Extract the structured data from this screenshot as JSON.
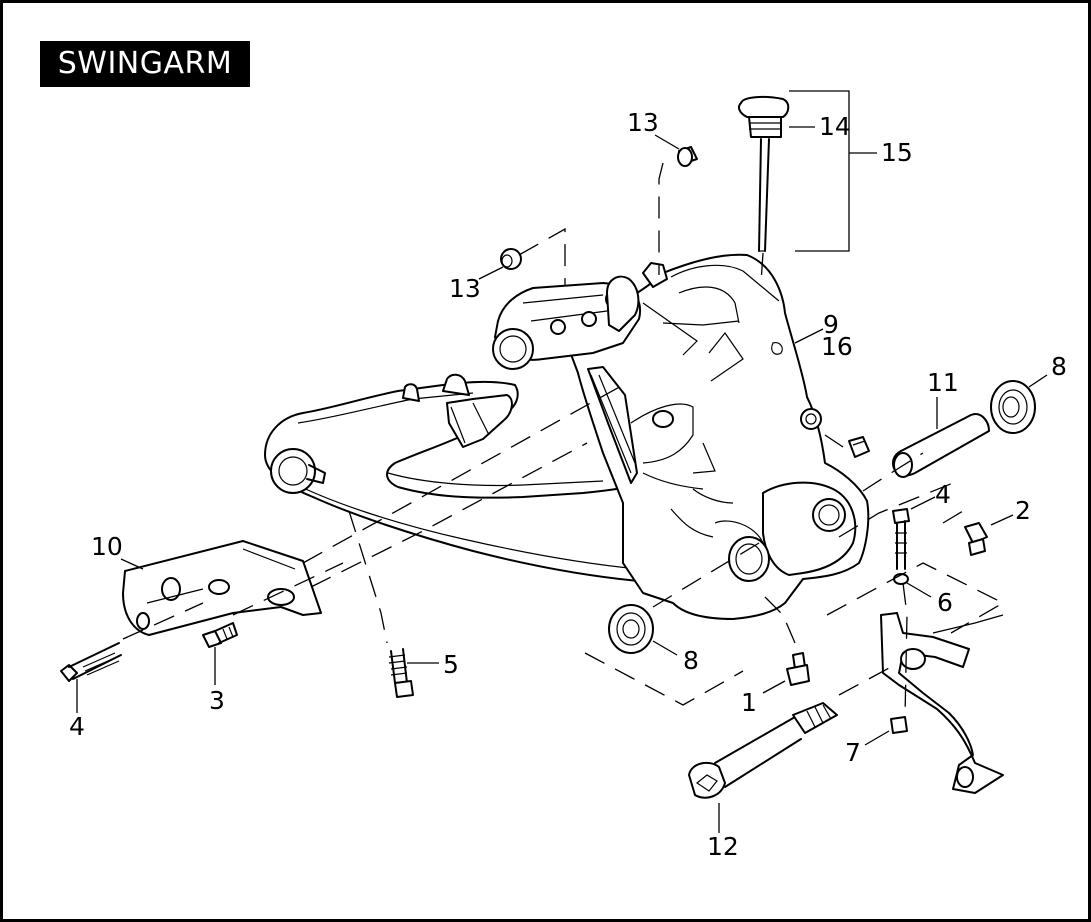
{
  "title": "SWINGARM",
  "callouts": {
    "c1": "1",
    "c2": "2",
    "c3": "3",
    "c4a": "4",
    "c4b": "4",
    "c5": "5",
    "c6": "6",
    "c7": "7",
    "c8a": "8",
    "c8b": "8",
    "c9": "9",
    "c16": "16",
    "c10": "10",
    "c11": "11",
    "c12": "12",
    "c13a": "13",
    "c13b": "13",
    "c14": "14",
    "c15": "15"
  }
}
